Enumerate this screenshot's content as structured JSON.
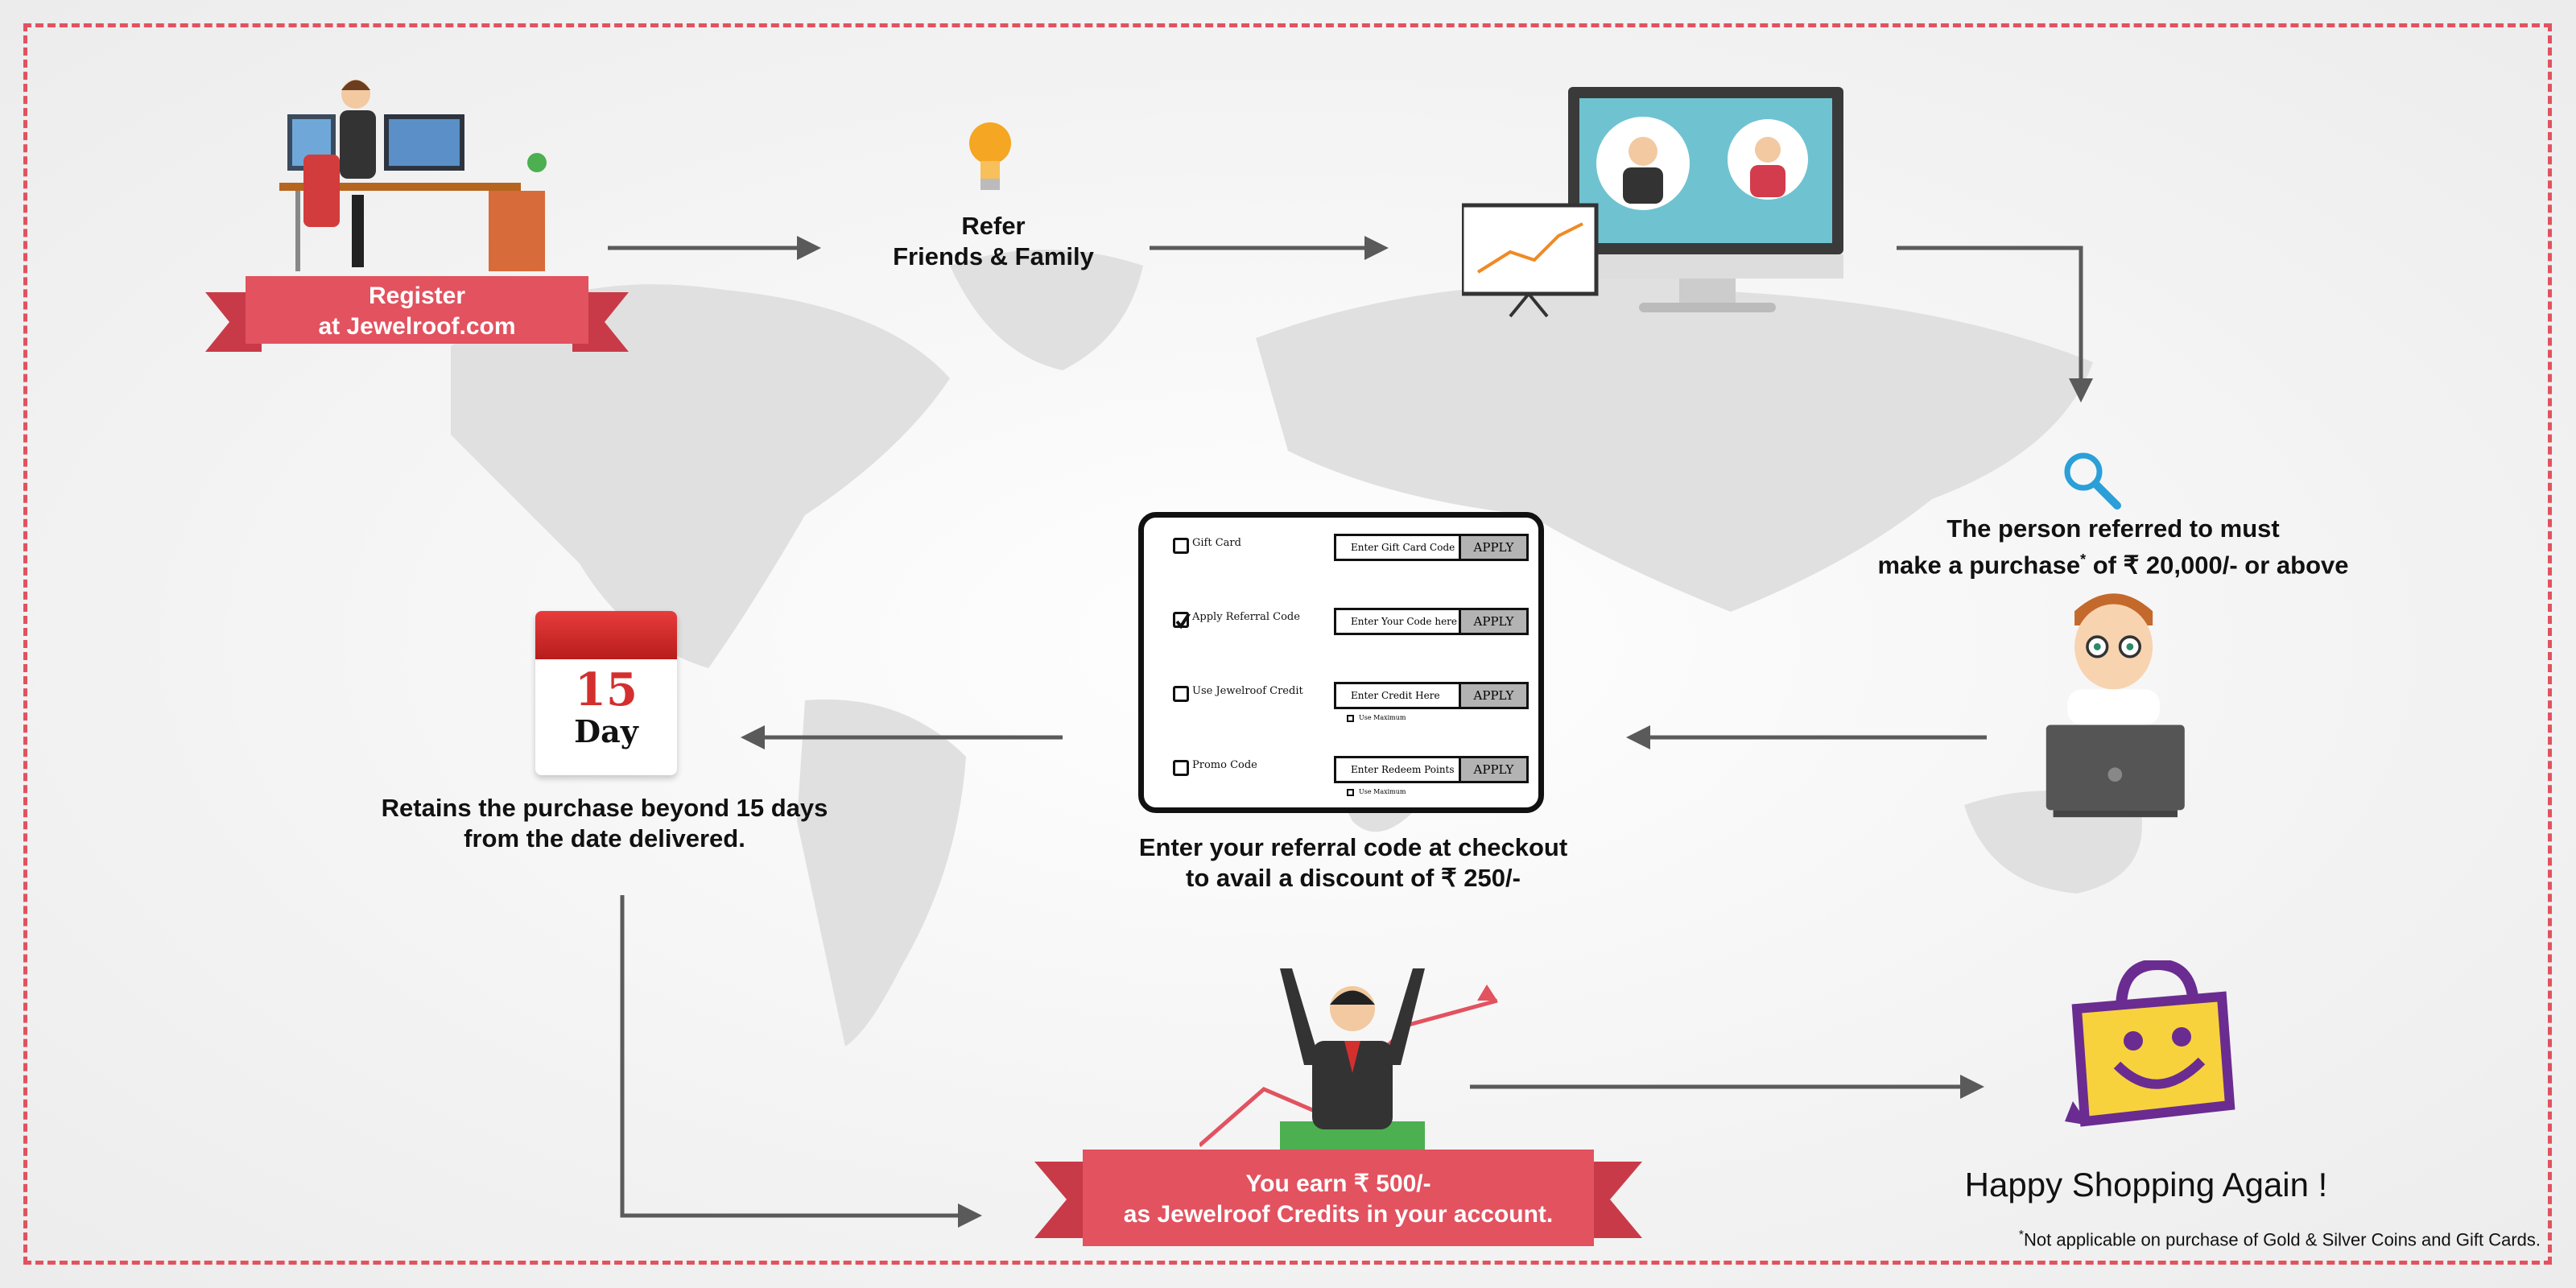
{
  "steps": {
    "register": {
      "line1": "Register",
      "line2": "at Jewelroof.com"
    },
    "refer": {
      "line1": "Refer",
      "line2": "Friends & Family"
    },
    "purchase": {
      "line1": "The person referred to must",
      "line2a": "make a purchase",
      "asterisk": "*",
      "line2b": " of ₹ 20,000/- or above"
    },
    "checkout": {
      "line1": "Enter your referral code at checkout",
      "line2": "to avail a discount of ₹ 250/-"
    },
    "retain": {
      "line1": "Retains the purchase beyond 15 days",
      "line2": "from the date delivered."
    },
    "earn": {
      "line1": "You earn ₹ 500/-",
      "line2": "as Jewelroof Credits in your account."
    },
    "happy": "Happy Shopping Again !"
  },
  "calendar": {
    "day_number": "15",
    "day_label": "Day"
  },
  "form": {
    "rows": [
      {
        "label": "Gift Card",
        "checked": false,
        "placeholder": "Enter Gift Card Code",
        "button": "APPLY"
      },
      {
        "label": "Apply Referral Code",
        "checked": true,
        "placeholder": "Enter Your Code here",
        "button": "APPLY"
      },
      {
        "label": "Use Jewelroof Credit",
        "checked": false,
        "placeholder": "Enter Credit Here",
        "button": "APPLY",
        "extra": "Use Maximum"
      },
      {
        "label": "Promo Code",
        "checked": false,
        "placeholder": "Enter Redeem Points",
        "button": "APPLY",
        "extra": "Use Maximum"
      }
    ]
  },
  "footnote": {
    "asterisk": "*",
    "text": "Not applicable on purchase of Gold & Silver Coins and Gift Cards."
  },
  "colors": {
    "accent": "#e2525f",
    "arrow": "#5a5a5a",
    "map": "#dedede"
  }
}
